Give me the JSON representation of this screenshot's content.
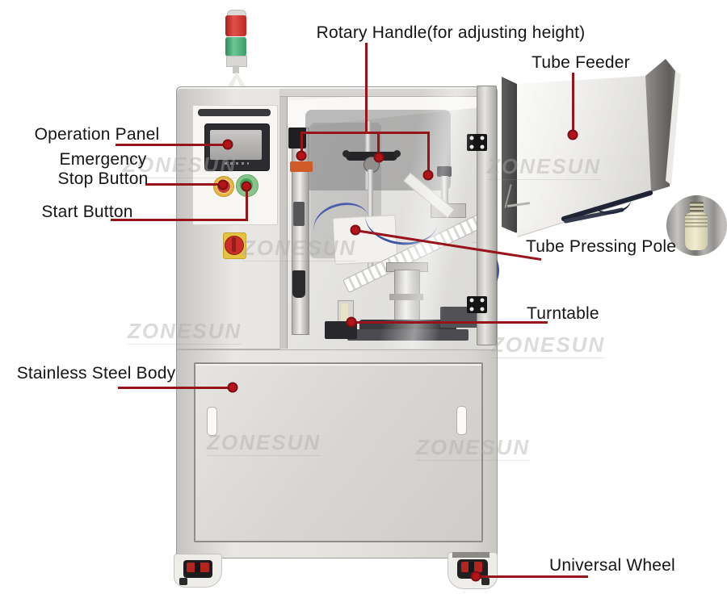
{
  "diagram": {
    "watermark": "ZONESUN",
    "labels": {
      "rotary_handle": "Rotary Handle(for adjusting height)",
      "tube_feeder": "Tube Feeder",
      "operation_panel": "Operation Panel",
      "emergency_stop_line1": "Emergency",
      "emergency_stop_line2": "Stop Button",
      "start_button": "Start Button",
      "tube_pressing_pole": "Tube Pressing Pole",
      "turntable": "Turntable",
      "stainless_steel_body": "Stainless Steel Body",
      "universal_wheel": "Universal Wheel"
    },
    "colors": {
      "callout_line": "#96141a",
      "callout_dot": "#b41419",
      "label_text": "#151515",
      "tower_red": "#cd2d28",
      "tower_green": "#49b07b",
      "cabinet_gray": "#dfddd9"
    }
  }
}
